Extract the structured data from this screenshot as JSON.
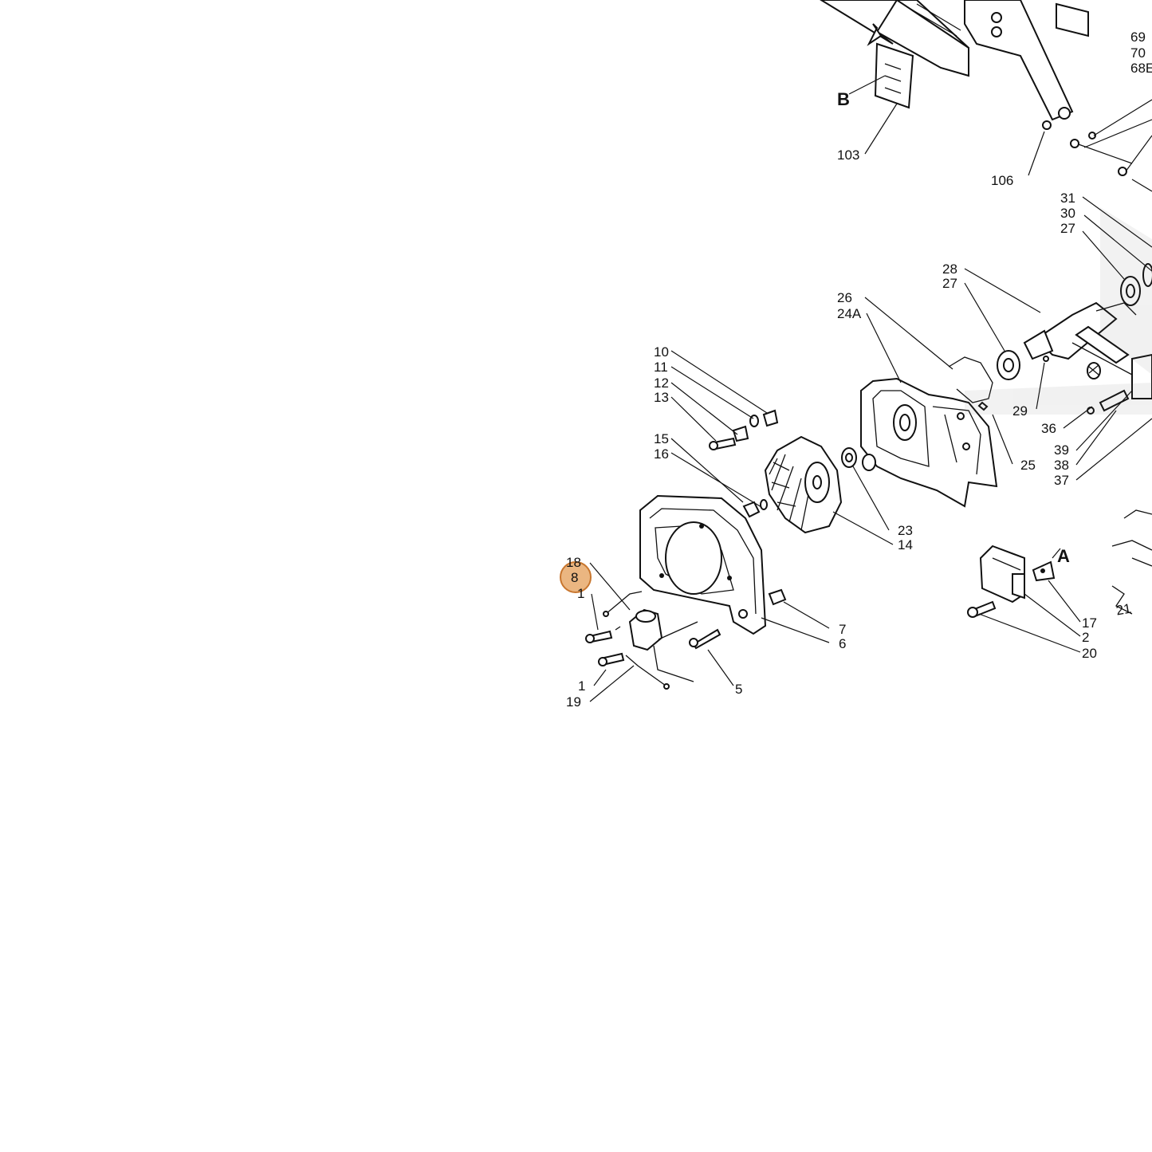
{
  "diagram": {
    "highlight_color": "#e8a96b",
    "highlight_border": "#c8762e",
    "selected_callout": "8",
    "callouts": {
      "c103": "103",
      "c106": "106",
      "cB": "B",
      "cA": "A",
      "c69": "69",
      "c70": "70",
      "c68": "68E",
      "c31": "31",
      "c30": "30",
      "c27a": "27",
      "c28": "28",
      "c27b": "27",
      "c26": "26",
      "c24A": "24A",
      "c29": "29",
      "c36": "36",
      "c25": "25",
      "c39": "39",
      "c38": "38",
      "c37": "37",
      "c10": "10",
      "c11": "11",
      "c12": "12",
      "c13": "13",
      "c15": "15",
      "c16": "16",
      "c23": "23",
      "c14": "14",
      "c18": "18",
      "c8": "8",
      "c1a": "1",
      "c7": "7",
      "c6": "6",
      "c5": "5",
      "c1b": "1",
      "c19": "19",
      "c17": "17",
      "c2": "2",
      "c20": "20",
      "c21": "21"
    }
  }
}
